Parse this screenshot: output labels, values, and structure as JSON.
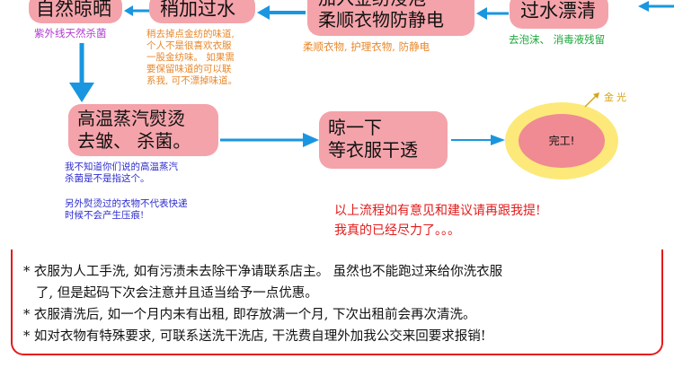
{
  "steps": {
    "sun_dry": "自然晾晒",
    "rinse_light": "稍加过水",
    "softener": [
      "加入金纺浸泡",
      "柔顺衣物防静电"
    ],
    "rinse": "过水漂清",
    "steam": [
      "高温蒸汽熨烫",
      "去皱、 杀菌。"
    ],
    "air_dry": [
      "晾一下",
      "等衣服干透"
    ],
    "done": "完工!"
  },
  "notes": {
    "sun_dry": "紫外线天然杀菌",
    "rinse_light": [
      "稍去掉点金纺的味道,",
      "个人不是很喜欢衣服",
      "一股金纺味。 如果需",
      "要保留味道的可以联",
      "系我, 可不漂掉味道。"
    ],
    "softener": "柔顺衣物, 护理衣物, 防静电",
    "rinse": "去泡沫、 消毒液残留",
    "steam_a": [
      "我不知道你们说的高温蒸汽",
      "杀菌是不是指这个。"
    ],
    "steam_b": [
      "另外熨烫过的衣物不代表快递",
      "时候不会产生压痕!"
    ],
    "glow": "金光",
    "flow_comment": [
      "以上流程如有意见和建议请再跟我提!",
      "我真的已经尽力了。。。"
    ]
  },
  "footer": {
    "bullet": "*",
    "line1": "衣服为人工手洗, 如有污渍未去除干净请联系店主。 虽然也不能跑过来给你洗衣服",
    "line1_cont": "了, 但是起码下次会注意并且适当给予一点优惠。",
    "line2": "衣服清洗后, 如一个月内未有出租, 即存放满一个月, 下次出租前会再次清洗。",
    "line3": "如对衣物有特殊要求, 可联系送洗干洗店, 干洗费自理外加我公交来回要求报销!"
  },
  "colors": {
    "box": "#f4a3aa",
    "arrow": "#1a96e0",
    "done_outer": "#fce97a",
    "done_inner": "#f08a93",
    "border": "#e41b1b"
  }
}
